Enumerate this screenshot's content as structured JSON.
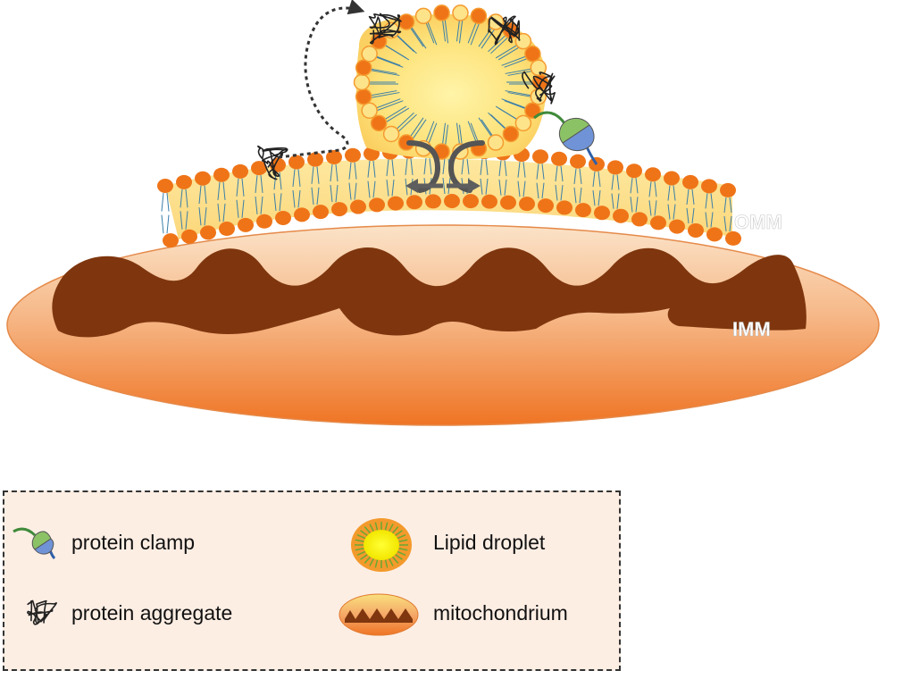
{
  "diagram": {
    "labels": {
      "omm": "OMM",
      "imm": "IMM"
    },
    "colors": {
      "mito_outer_top": "#f9d7b4",
      "mito_outer_bottom": "#ef7424",
      "imm_fill": "#7f360e",
      "phospholipid_head": "#ef7418",
      "membrane_core": "#fde58a",
      "droplet_core": "#fde47a",
      "droplet_head": "#f59b2f",
      "lipid_tail": "#3a7ea8",
      "aggregate_stroke": "#222222",
      "clamp_green": "#8cc266",
      "clamp_blue": "#6f93d6",
      "arrow_gray": "#5e5e5e",
      "legend_background": "#fdeee4"
    }
  },
  "legend": {
    "items": [
      {
        "label": "protein clamp",
        "icon": "protein-clamp-icon"
      },
      {
        "label": "protein aggregate",
        "icon": "protein-aggregate-icon"
      },
      {
        "label": "Lipid droplet",
        "icon": "lipid-droplet-icon"
      },
      {
        "label": "mitochondrium",
        "icon": "mitochondrium-icon"
      }
    ]
  }
}
